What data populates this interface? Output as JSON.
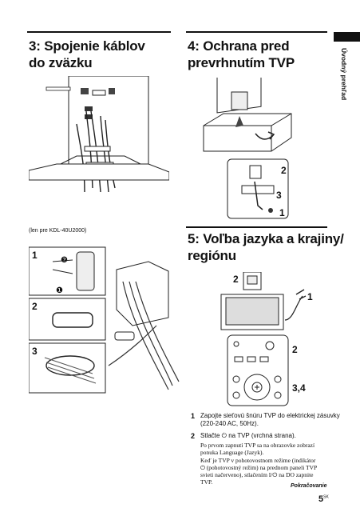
{
  "sections": {
    "cable": {
      "title_line1": "3: Spojenie káblov",
      "title_line2": "do zväzku"
    },
    "stand": {
      "title_line1": "4: Ochrana pred",
      "title_line2": "prevrhnutím TVP"
    },
    "lang": {
      "title_line1": "5: Voľba jazyka a krajiny/",
      "title_line2": "regiónu"
    }
  },
  "side_label": "Úvodný prehľad",
  "model_note": "(len pre KDL-40U2000)",
  "figure_labels": {
    "binding_1": "1",
    "binding_2": "2",
    "binding_3": "3",
    "clip_a": "❷",
    "clip_b": "❶",
    "stand_2": "2",
    "stand_3": "3",
    "stand_1": "1",
    "tv_2": "2",
    "tv_1": "1",
    "remote_2": "2",
    "remote_34": "3,4"
  },
  "steps": [
    {
      "num": "1",
      "text": "Zapojte sieťovú šnúru TVP do elektrickej zásuvky (220-240 AC, 50Hz)."
    },
    {
      "num": "2",
      "text": "Stlačte ⏻ na TVP (vrchná strana)."
    }
  ],
  "step2_note_lines": [
    "Po prvom zapnutí TVP sa na obrazovke zobrazí",
    "ponuka Language (Jazyk).",
    "Keď je TVP v pohotovostnom režime (indikátor",
    "⏻ (pohotovostný režim) na prednom paneli TVP",
    "svieti načerveno), stlačením I/⏻ na DO zapnite",
    "TVP."
  ],
  "footer": {
    "continue": "Pokračovanie",
    "page": "5",
    "page_suffix": "SK"
  }
}
